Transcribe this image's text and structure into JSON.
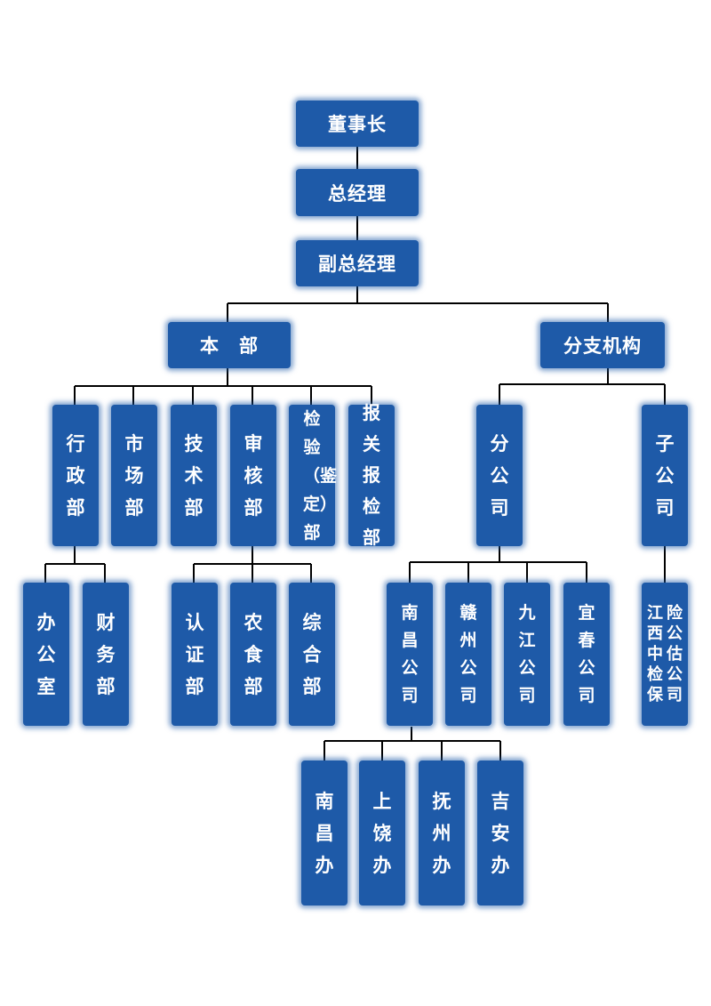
{
  "chart": {
    "top": {
      "chairman": "董事长",
      "gm": "总经理",
      "deputy_gm": "副总经理"
    },
    "headquarters": {
      "label": "本　部",
      "departments": [
        "行政部",
        "市场部",
        "技术部",
        "审核部",
        "检验（鉴定）部",
        "报关报检部"
      ],
      "admin_subs": [
        "办公室",
        "财务部"
      ],
      "audit_subs": [
        "认证部",
        "农食部",
        "综合部"
      ]
    },
    "branches": {
      "label": "分支机构",
      "branch_company": "分公司",
      "subsidiary": "子公司",
      "branch_offices": [
        "南昌公司",
        "赣州公司",
        "九江公司",
        "宜春公司"
      ],
      "nanchang_offices": [
        "南昌办",
        "上饶办",
        "抚州办",
        "吉安办"
      ],
      "subsidiary_company": [
        "险公估公司",
        "江西中检保"
      ]
    }
  },
  "colors": {
    "box": "#1e5aa8",
    "text": "#ffffff",
    "line": "#000000"
  }
}
